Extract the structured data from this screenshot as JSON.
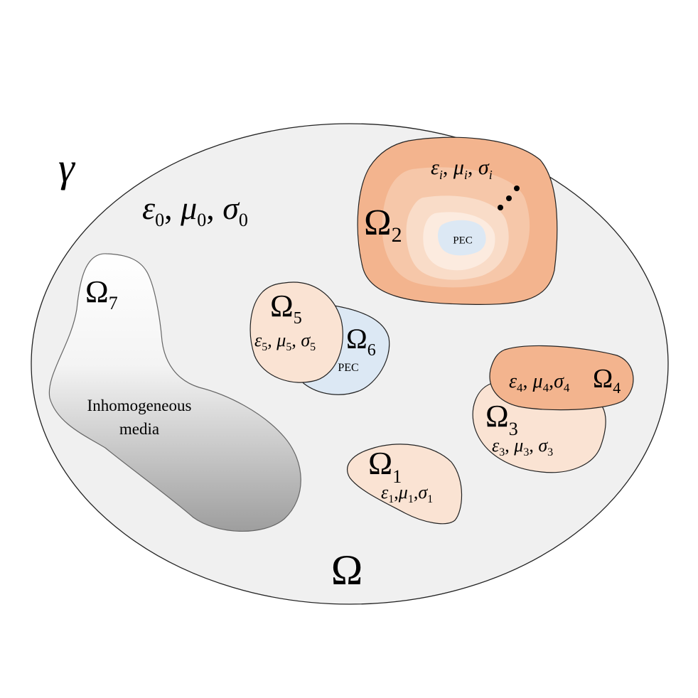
{
  "diagram": {
    "boundary_symbol": "γ",
    "outer_domain": {
      "symbol": "Ω",
      "params": {
        "eps": "ε",
        "mu": "μ",
        "sig": "σ",
        "sub": "0"
      }
    },
    "regions": {
      "omega1": {
        "symbol": "Ω",
        "sub": "1",
        "eps": "ε",
        "mu": "μ",
        "sig": "σ",
        "psub": "1"
      },
      "omega2": {
        "symbol": "Ω",
        "sub": "2",
        "eps": "ε",
        "mu": "μ",
        "sig": "σ",
        "psub": "i",
        "core_label": "PEC",
        "continuation": "..."
      },
      "omega3": {
        "symbol": "Ω",
        "sub": "3",
        "eps": "ε",
        "mu": "μ",
        "sig": "σ",
        "psub": "3"
      },
      "omega4": {
        "symbol": "Ω",
        "sub": "4",
        "eps": "ε",
        "mu": "μ",
        "sig": "σ",
        "psub": "4"
      },
      "omega5": {
        "symbol": "Ω",
        "sub": "5",
        "eps": "ε",
        "mu": "μ",
        "sig": "σ",
        "psub": "5"
      },
      "omega6": {
        "symbol": "Ω",
        "sub": "6",
        "label": "PEC"
      },
      "omega7": {
        "symbol": "Ω",
        "sub": "7",
        "label_line1": "Inhomogeneous",
        "label_line2": "media"
      }
    },
    "colors": {
      "background": "#f0f0f0",
      "outline": "#222222",
      "orange_dark": "#f3b48e",
      "orange_mid": "#f6c7a9",
      "orange_light": "#f9dcc8",
      "orange_lightest": "#fcebdf",
      "peach": "#fae3d3",
      "pec_blue": "#dce8f4",
      "inhomo_top": "#ffffff",
      "inhomo_bottom": "#9e9e9e"
    }
  }
}
